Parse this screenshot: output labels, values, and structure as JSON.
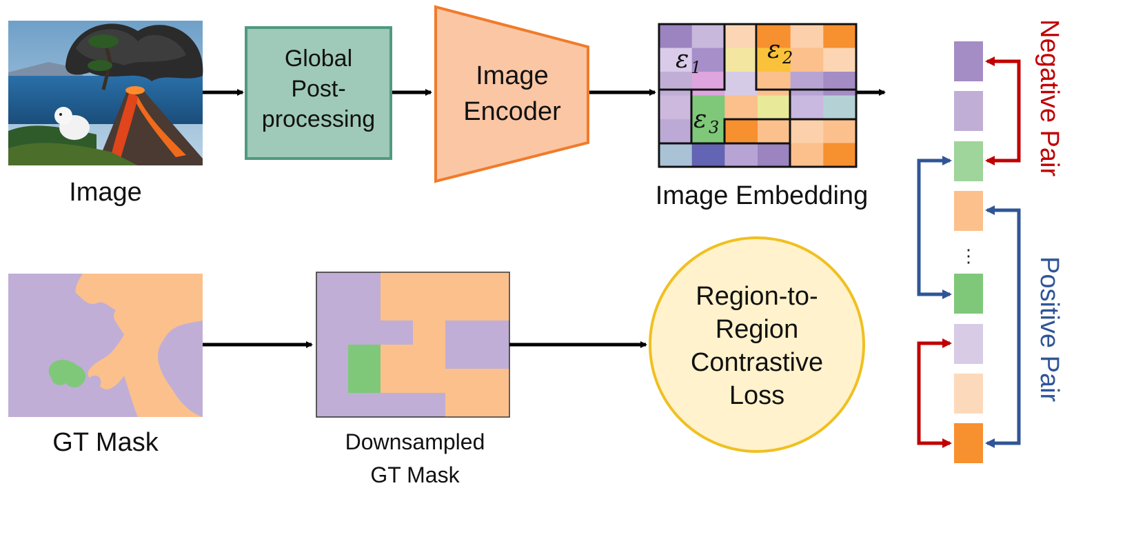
{
  "image": {
    "label": "Image"
  },
  "global_post_processing": {
    "line1": "Global",
    "line2": "Post-",
    "line3": "processing"
  },
  "image_encoder": {
    "line1": "Image",
    "line2": "Encoder"
  },
  "image_embedding": {
    "label": "Image Embedding",
    "region_labels": [
      {
        "symbol": "ε",
        "sub": "1"
      },
      {
        "symbol": "ε",
        "sub": "2"
      },
      {
        "symbol": "ε",
        "sub": "3"
      }
    ]
  },
  "gt_mask": {
    "label": "GT Mask"
  },
  "downsampled_gt_mask": {
    "line1": "Downsampled",
    "line2": "GT Mask"
  },
  "loss": {
    "line1": "Region-to-",
    "line2": "Region",
    "line3": "Contrastive",
    "line4": "Loss"
  },
  "pairs": {
    "negative": "Negative Pair",
    "positive": "Positive Pair",
    "ellipsis": "⋮"
  },
  "colors": {
    "purple": "#c0aed6",
    "orange": "#fbc08c",
    "green": "#7fc87a",
    "teal_box": "#9fc9b9",
    "teal_border": "#4f9a7f",
    "encoder_fill": "#fbc6a4",
    "encoder_border": "#f07b2a",
    "loss_fill": "#fff2cc",
    "loss_border": "#f0c020",
    "negative": "#c00000",
    "positive": "#2f5597"
  }
}
